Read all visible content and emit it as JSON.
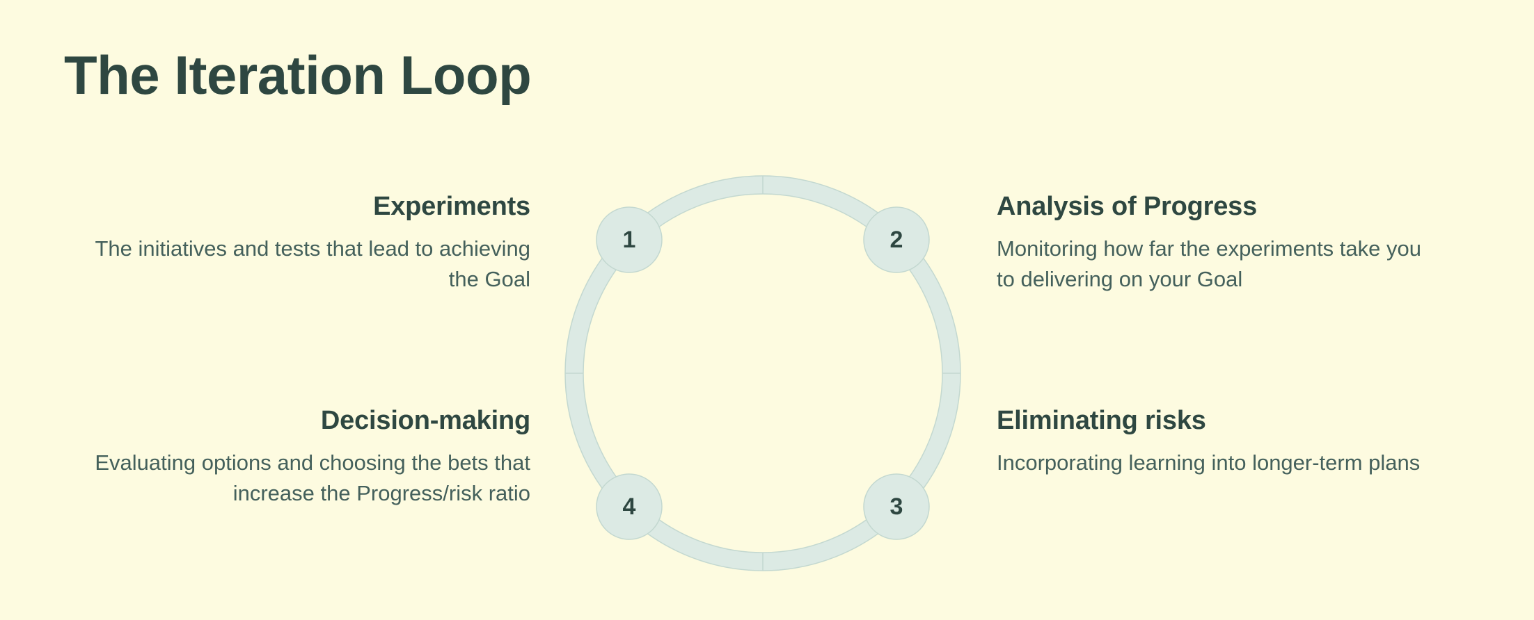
{
  "page": {
    "title": "The Iteration Loop",
    "background_color": "#fdfbe0",
    "heading_color": "#2e4741",
    "body_color": "#44605b",
    "accent_color": "#dceae4",
    "accent_stroke_color": "#c3d8d0"
  },
  "diagram": {
    "type": "cycle-loop",
    "node_count": 4,
    "nodes": [
      {
        "number": "1",
        "position": "top-left",
        "label": "Experiments"
      },
      {
        "number": "2",
        "position": "top-right",
        "label": "Analysis of Progress"
      },
      {
        "number": "3",
        "position": "bottom-right",
        "label": "Eliminating risks"
      },
      {
        "number": "4",
        "position": "bottom-left",
        "label": "Decision-making"
      }
    ]
  },
  "steps": [
    {
      "number": "1",
      "heading": "Experiments",
      "body": "The initiatives and tests that lead to achieving the Goal",
      "align": "right"
    },
    {
      "number": "2",
      "heading": "Analysis of Progress",
      "body": "Monitoring how far the experiments take you to delivering on your Goal",
      "align": "left"
    },
    {
      "number": "3",
      "heading": "Eliminating risks",
      "body": "Incorporating learning into longer-term plans",
      "align": "left"
    },
    {
      "number": "4",
      "heading": "Decision-making",
      "body": "Evaluating options and choosing the bets that increase the Progress/risk ratio",
      "align": "right"
    }
  ]
}
